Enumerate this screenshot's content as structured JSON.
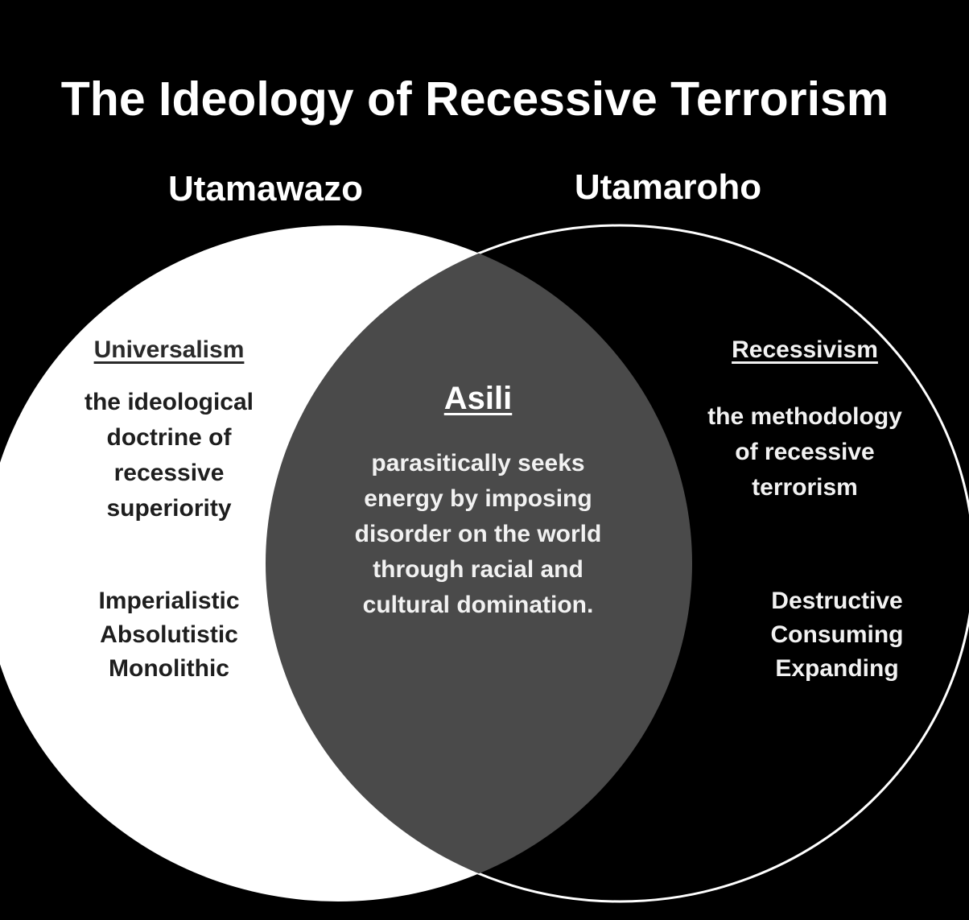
{
  "diagram": {
    "title": "The Ideology of Recessive Terrorism",
    "colors": {
      "background": "#000000",
      "left_circle_fill": "#ffffff",
      "right_circle_fill": "#000000",
      "right_circle_outline": "#ffffff",
      "overlap_fill": "#4a4a4a",
      "text_light": "#ffffff",
      "text_dark": "#1e1e1e"
    },
    "left_set": {
      "label": "Utamawazo",
      "heading": "Universalism",
      "definition": "the ideological\ndoctrine of\nrecessive\nsuperiority",
      "traits": "Imperialistic\nAbsolutistic\nMonolithic"
    },
    "right_set": {
      "label": "Utamaroho",
      "heading": "Recessivism",
      "definition": "the methodology\nof recessive\nterrorism",
      "traits": "Destructive\nConsuming\nExpanding"
    },
    "intersection": {
      "heading": "Asili",
      "definition": "parasitically seeks\nenergy by imposing\ndisorder on the world\nthrough racial and\ncultural domination."
    }
  }
}
